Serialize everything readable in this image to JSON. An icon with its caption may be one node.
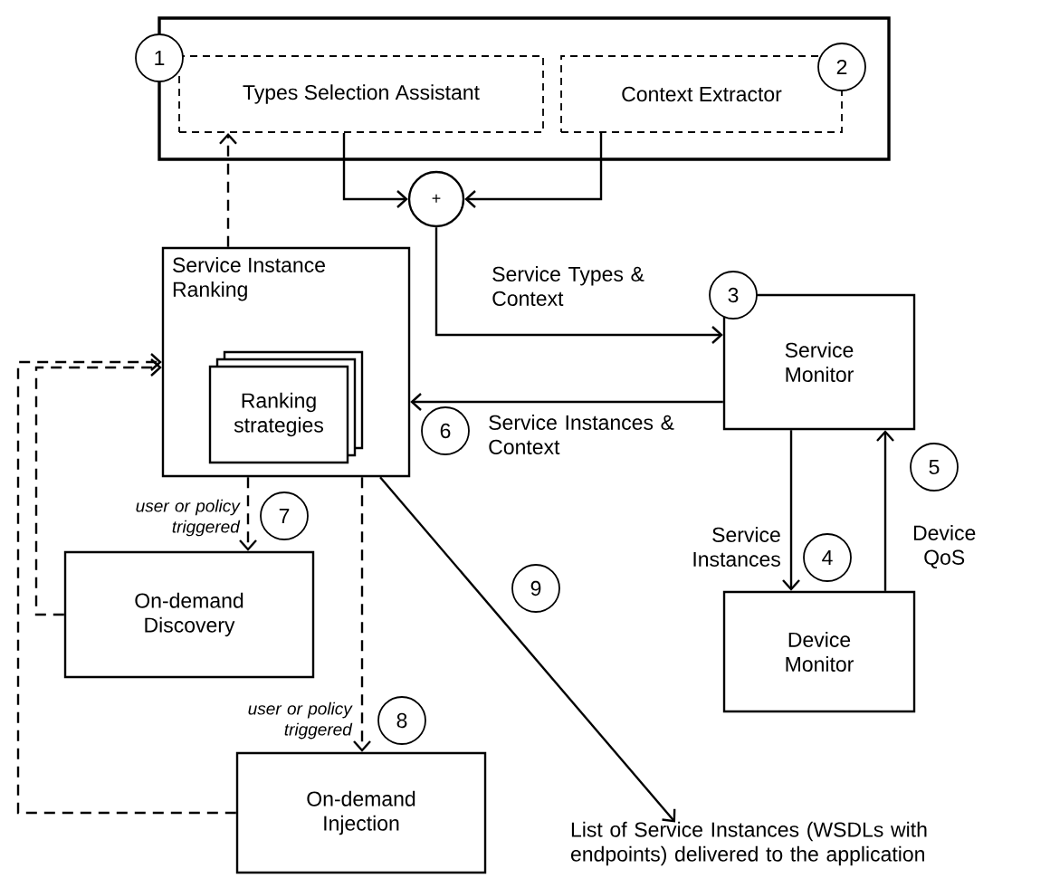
{
  "diagram": {
    "nodes": [
      {
        "text": [],
        "shape": "box"
      },
      {
        "text": [
          "Types  Selection Assistant"
        ],
        "in": 0
      },
      {
        "text": [
          "Context Extractor"
        ],
        "in": 0
      },
      {
        "text": [
          "+"
        ]
      },
      {
        "text": [
          "Service Instance Ranking"
        ]
      },
      {
        "text": [
          "Ranking strategies"
        ],
        "in": 4
      },
      {
        "text": [
          "Service Monitor"
        ]
      },
      {
        "text": [
          "On-demand Discovery"
        ]
      },
      {
        "text": [
          "Device Monitor"
        ]
      },
      {
        "text": [
          "On-demand Injection"
        ]
      },
      {
        "text": [
          "List of Service Instances (WSDLs with endpoints) delivered to the application"
        ]
      }
    ],
    "edges": [
      {
        "from": 1,
        "to": 3,
        "arrow": "to"
      },
      {
        "from": 2,
        "to": 3,
        "arrow": "to"
      },
      {
        "from": 3,
        "to": 6,
        "arrow": "to",
        "label": "Service Types & Context"
      },
      {
        "from": 6,
        "to": 4,
        "arrow": "to",
        "label": "Service Instances & Context"
      },
      {
        "from": 4,
        "to": 1,
        "arrow": "to",
        "style": "dashed"
      },
      {
        "from": 4,
        "to": 7,
        "arrow": "to",
        "style": "dashed",
        "label": "user or policy triggered"
      },
      {
        "from": 4,
        "to": 9,
        "arrow": "to",
        "style": "dashed",
        "label": "user or policy triggered"
      },
      {
        "from": 7,
        "to": 4,
        "arrow": "to",
        "style": "dashed"
      },
      {
        "from": 9,
        "to": 4,
        "arrow": "to",
        "style": "dashed"
      },
      {
        "from": 6,
        "to": 8,
        "arrow": "to",
        "label": "Service Instances"
      },
      {
        "from": 8,
        "to": 6,
        "arrow": "to",
        "label": "Device QoS"
      },
      {
        "from": 4,
        "to": 10,
        "arrow": "to"
      }
    ],
    "labels": [
      "1",
      "2",
      "3",
      "6",
      "5",
      "7",
      "4",
      "9",
      "8"
    ]
  }
}
